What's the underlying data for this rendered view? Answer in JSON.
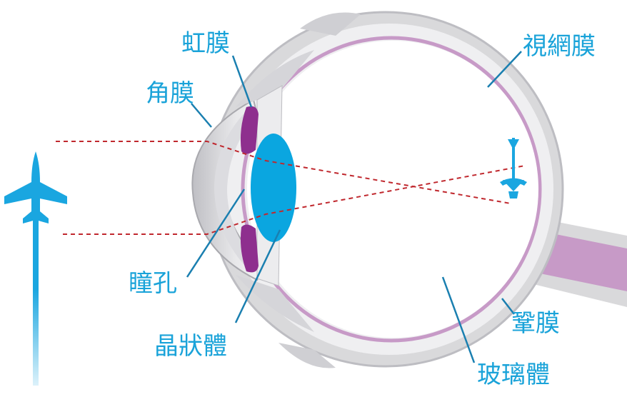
{
  "labels": {
    "iris": "虹膜",
    "cornea": "角膜",
    "retina": "視網膜",
    "pupil": "瞳孔",
    "lens": "晶狀體",
    "sclera": "鞏膜",
    "vitreous": "玻璃體"
  },
  "colors": {
    "label": "#1aa3d9",
    "leader_line": "#1a7fb0",
    "light_ray": "#c0282e",
    "lens": "#0aa6e0",
    "iris": "#8e2f8e",
    "retina": "#c79ac7",
    "sclera": "#d9d9db",
    "eye_outline": "#bdbdc2",
    "airplane": "#1aa6e0"
  },
  "icons": {
    "object": "airplane-upright-icon",
    "image": "airplane-inverted-icon"
  }
}
